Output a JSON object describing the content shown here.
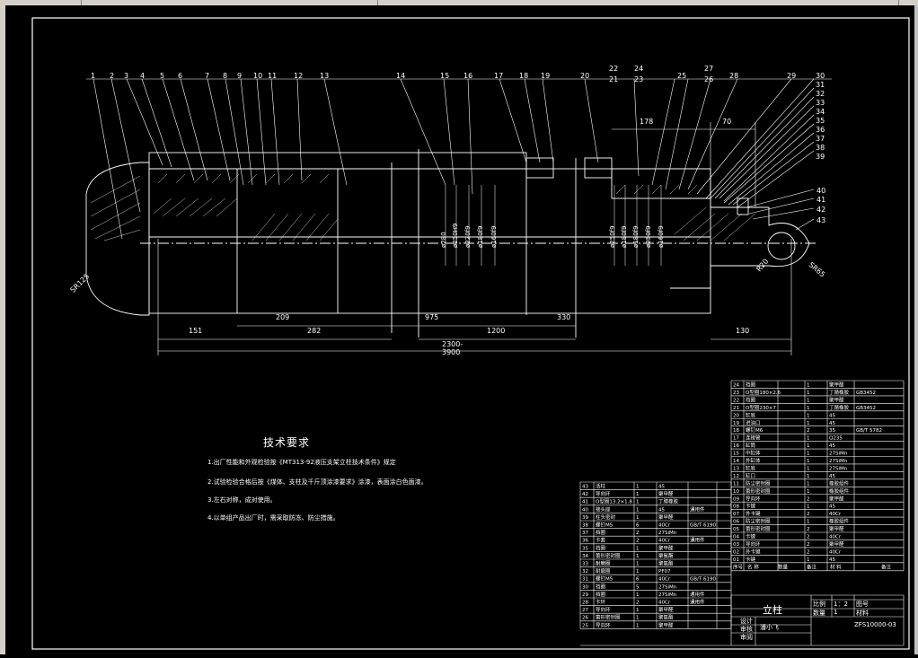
{
  "colors": {
    "background": "#000000",
    "line": "#ffffff",
    "table_line": "#ffffff"
  },
  "part_numbers": [
    "1",
    "2",
    "3",
    "4",
    "5",
    "6",
    "7",
    "8",
    "9",
    "10",
    "11",
    "12",
    "13",
    "14",
    "15",
    "16",
    "17",
    "18",
    "19",
    "20",
    "21",
    "22",
    "23",
    "24",
    "25",
    "26",
    "27",
    "28",
    "29",
    "30",
    "31",
    "32",
    "33",
    "34",
    "35",
    "36",
    "37",
    "38",
    "39",
    "40",
    "41",
    "42",
    "43"
  ],
  "dimensions": {
    "d151": "151",
    "d209": "209",
    "d282": "282",
    "d975": "975",
    "d1200": "1200",
    "d330": "330",
    "d130": "130",
    "total": "2300-3900",
    "d178": "178",
    "d70": "70",
    "r125": "SR125",
    "r65": "SR65",
    "r20": "R20",
    "diam": [
      "ø280",
      "ø250H9",
      "ø220f9",
      "ø180f9",
      "ø160f9",
      "ø250f9",
      "ø180f9",
      "ø180f9",
      "ø250f9",
      "ø160f9"
    ]
  },
  "technical_requirements": {
    "title": "技术要求",
    "items": [
      "1.出厂性能和外观检验按《MT313-92液压支架立柱技术条件》规定",
      "2.试验检验合格后按《煤体、支柱及千斤顶涂漆要求》涂漆，表面涂白色面漆。",
      "3.左右对称，成对使用。",
      "4.以单组产品出厂时，需采取防冻、防尘措施。"
    ]
  },
  "bom_left": [
    [
      "43",
      "活柱",
      "1",
      "45",
      "",
      ""
    ],
    [
      "42",
      "导向环",
      "1",
      "聚甲醛",
      "",
      ""
    ],
    [
      "41",
      "O型圈13.2×1.8",
      "1",
      "丁腈橡胶",
      "",
      ""
    ],
    [
      "40",
      "接头座",
      "1",
      "45",
      "通用件",
      ""
    ],
    [
      "39",
      "柱头密封",
      "1",
      "聚甲醛",
      "",
      ""
    ],
    [
      "38",
      "螺钉M5",
      "6",
      "40Cr",
      "GB/T 6190",
      ""
    ],
    [
      "37",
      "挡圈",
      "2",
      "27SiMn",
      "",
      ""
    ],
    [
      "36",
      "卡套",
      "2",
      "40Cr",
      "通用件",
      ""
    ],
    [
      "35",
      "挡圈",
      "1",
      "聚甲醛",
      "",
      ""
    ],
    [
      "34",
      "蕾形密封圈",
      "1",
      "聚氨酯",
      "",
      ""
    ],
    [
      "33",
      "耐磨圈",
      "1",
      "聚氨酯",
      "",
      ""
    ],
    [
      "32",
      "耐磨圈",
      "1",
      "PF07",
      "",
      ""
    ],
    [
      "31",
      "螺钉M5",
      "6",
      "40Cr",
      "GB/T 6190",
      ""
    ],
    [
      "30",
      "挡圈",
      "5",
      "27SiMn",
      "",
      ""
    ],
    [
      "29",
      "挡圈",
      "1",
      "27SiMn",
      "通用件",
      ""
    ],
    [
      "28",
      "卡环",
      "2",
      "40Cr",
      "通用件",
      ""
    ],
    [
      "27",
      "导向环",
      "1",
      "聚甲醛",
      "",
      ""
    ],
    [
      "26",
      "蕾形密封圈",
      "1",
      "聚氨酯",
      "",
      ""
    ],
    [
      "25",
      "导向环",
      "1",
      "聚甲醛",
      "",
      ""
    ]
  ],
  "bom_right": [
    [
      "24",
      "挡圈",
      "1",
      "聚甲醛",
      ""
    ],
    [
      "23",
      "O型圈180×2.6",
      "1",
      "丁腈橡胶",
      "GB3452"
    ],
    [
      "22",
      "挡圈",
      "1",
      "聚甲醛",
      ""
    ],
    [
      "21",
      "O型圈230×7",
      "1",
      "丁腈橡胶",
      "GB3452"
    ],
    [
      "20",
      "缸底",
      "1",
      "45",
      ""
    ],
    [
      "19",
      "进油口",
      "1",
      "45",
      ""
    ],
    [
      "18",
      "螺钉M6",
      "2",
      "35",
      "GB/T 5782"
    ],
    [
      "17",
      "连接管",
      "1",
      "Q235",
      ""
    ],
    [
      "16",
      "缸筒",
      "1",
      "45",
      ""
    ],
    [
      "15",
      "中缸体",
      "1",
      "27SiMn",
      ""
    ],
    [
      "14",
      "外缸体",
      "1",
      "27SiMn",
      ""
    ],
    [
      "13",
      "缸底",
      "1",
      "27SiMn",
      ""
    ],
    [
      "12",
      "缸口",
      "1",
      "45",
      ""
    ],
    [
      "11",
      "防尘密封圈",
      "1",
      "橡胶组件",
      ""
    ],
    [
      "10",
      "蕾形密封圈",
      "1",
      "橡胶组件",
      ""
    ],
    [
      "09",
      "导向环",
      "2",
      "聚甲醛",
      ""
    ],
    [
      "08",
      "卡键",
      "1",
      "45",
      ""
    ],
    [
      "07",
      "外卡键",
      "2",
      "40Cr",
      ""
    ],
    [
      "06",
      "防尘密封圈",
      "1",
      "橡胶组件",
      ""
    ],
    [
      "05",
      "蕾形密封圈",
      "2",
      "聚甲醛",
      ""
    ],
    [
      "04",
      "卡键",
      "2",
      "40Cr",
      ""
    ],
    [
      "03",
      "导向环",
      "2",
      "聚甲醛",
      ""
    ],
    [
      "02",
      "外卡键",
      "2",
      "40Cr",
      ""
    ],
    [
      "01",
      "卡键",
      "1",
      "45",
      ""
    ]
  ],
  "bom_header": [
    "序号",
    "名 称",
    "数量",
    "备注",
    "材 料",
    "备注"
  ],
  "title_block": {
    "name": "立柱",
    "scale_label": "比例",
    "scale": "1：2",
    "sheet_label": "图号",
    "qty_label": "数量",
    "qty": "1",
    "material_label": "材料",
    "design": "设计",
    "designer": "潘小飞",
    "review": "审核",
    "approve": "审阅",
    "drawing_no": "ZFS10000-03"
  }
}
